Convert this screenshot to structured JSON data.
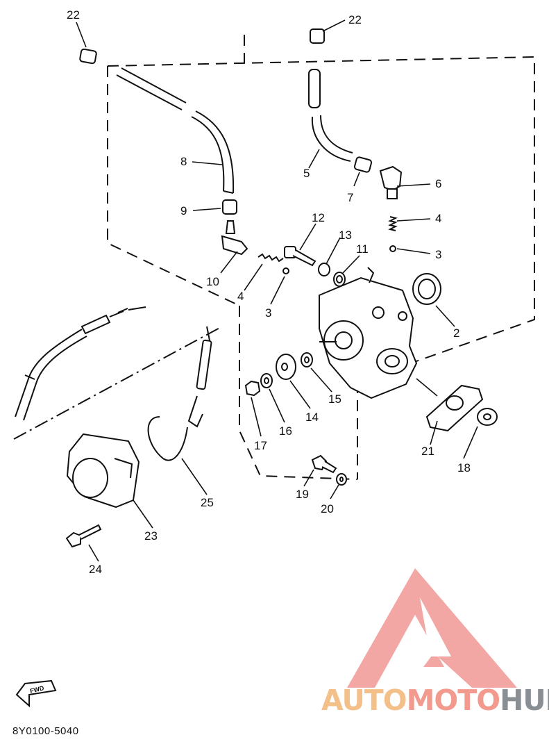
{
  "diagram_code": "8Y0100-5040",
  "fwd_label": "FWD",
  "watermark": {
    "part1": "AUTO",
    "part2": "MOTO",
    "part3": "HUB"
  },
  "callouts": {
    "c22a": "22",
    "c22b": "22",
    "c8": "8",
    "c9": "9",
    "c10": "10",
    "c5": "5",
    "c7": "7",
    "c6": "6",
    "c4a": "4",
    "c3a": "3",
    "c12": "12",
    "c13": "13",
    "c11": "11",
    "c4b": "4",
    "c3b": "3",
    "c2": "2",
    "c15": "15",
    "c14": "14",
    "c16": "16",
    "c17": "17",
    "c21": "21",
    "c18": "18",
    "c19": "19",
    "c20": "20",
    "c25": "25",
    "c23": "23",
    "c24": "24"
  },
  "colors": {
    "ink": "#111111",
    "watermark_red": "#f08a86",
    "watermark_orange": "#f4c08a",
    "watermark_gray": "#8a8f94"
  }
}
